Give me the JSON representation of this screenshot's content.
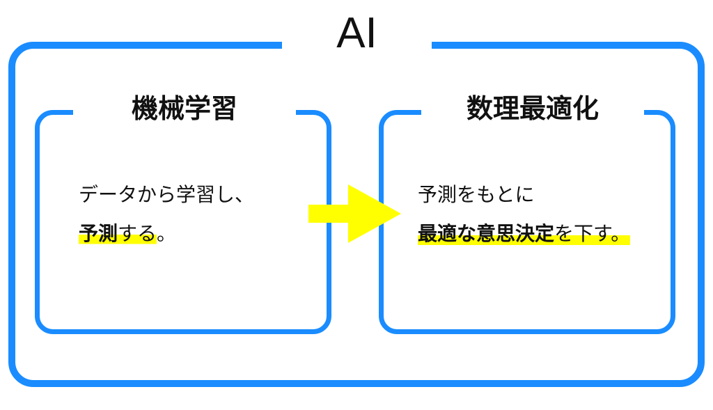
{
  "outer_label": "AI",
  "left": {
    "title": "機械学習",
    "line1": "データから学習し、",
    "line2_bold": "予測",
    "line2_rest": "する",
    "line2_end": "。"
  },
  "right": {
    "title": "数理最適化",
    "line1": "予測をもとに",
    "line2_bold": "最適な意思決定",
    "line2_rest": "を下す。"
  },
  "colors": {
    "border": "#1a8cff",
    "highlight": "#ffff00",
    "arrow": "#ffff00"
  }
}
